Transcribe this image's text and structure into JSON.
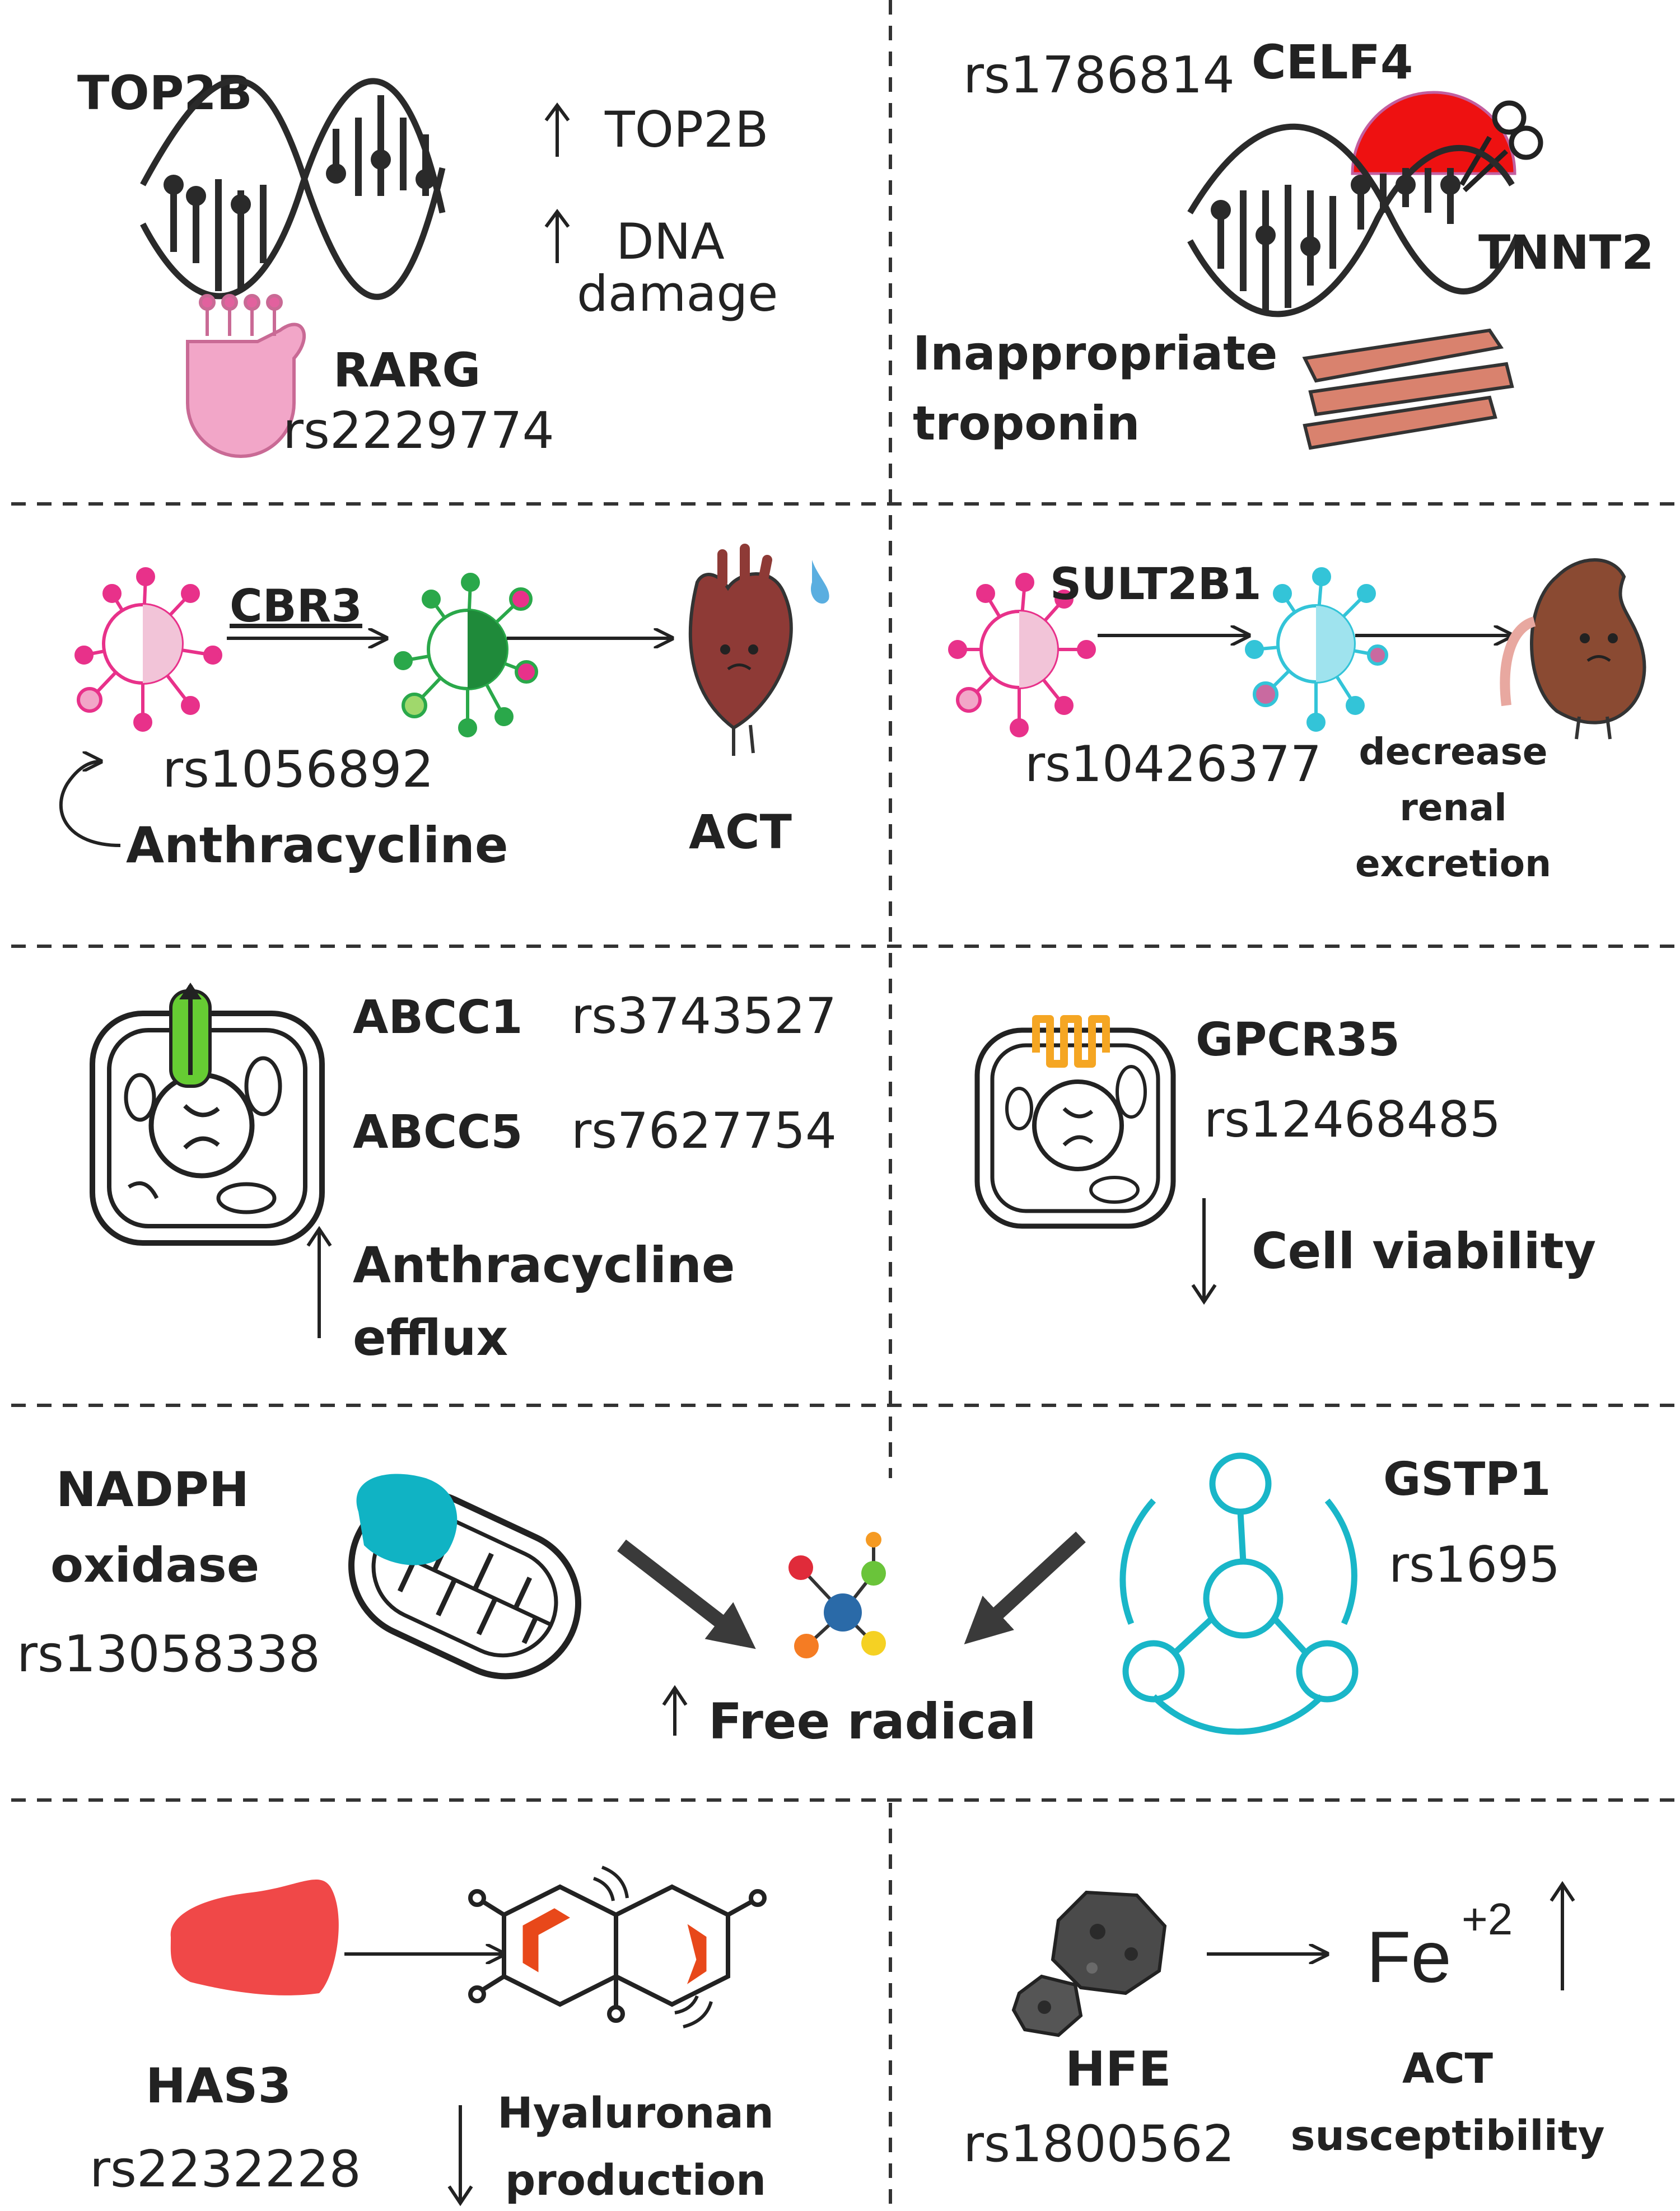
{
  "panels": {
    "top2b": {
      "gene": "TOP2B",
      "partner": "RARG",
      "snp": "rs2229774",
      "effect1": "TOP2B",
      "effect2_line1": "DNA",
      "effect2_line2": "damage"
    },
    "celf4": {
      "snp": "rs1786814",
      "gene": "CELF4",
      "target": "TNNT2",
      "effect_line1": "Inappropriate",
      "effect_line2": "troponin"
    },
    "cbr3": {
      "enzyme": "CBR3",
      "snp": "rs1056892",
      "drug": "Anthracycline",
      "outcome": "ACT"
    },
    "sult2b1": {
      "enzyme": "SULT2B1",
      "snp": "rs10426377",
      "effect_line1": "decrease",
      "effect_line2": "renal",
      "effect_line3": "excretion"
    },
    "abcc": {
      "gene1": "ABCC1",
      "snp1": "rs3743527",
      "gene2": "ABCC5",
      "snp2": "rs7627754",
      "effect_line1": "Anthracycline",
      "effect_line2": "efflux"
    },
    "gpcr35": {
      "gene": "GPCR35",
      "snp": "rs12468485",
      "effect": "Cell viability"
    },
    "free_radical": {
      "gene1_line1": "NADPH",
      "gene1_line2": "oxidase",
      "snp1": "rs13058338",
      "gene2": "GSTP1",
      "snp2": "rs1695",
      "effect": "Free radical"
    },
    "has3": {
      "gene": "HAS3",
      "snp": "rs2232228",
      "effect_line1": "Hyaluronan",
      "effect_line2": "production"
    },
    "hfe": {
      "gene": "HFE",
      "snp": "rs1800562",
      "ion": "Fe",
      "charge": "+2",
      "effect_line1": "ACT",
      "effect_line2": "susceptibility"
    }
  },
  "colors": {
    "ink": "#222222",
    "dashed_divider": "#333333",
    "rarg_pink": "#f2a6c8",
    "celf4_red": "#ee1111",
    "muscle": "#d9826e",
    "heart": "#8e3a36",
    "kidney": "#8a4a32",
    "drug_pink": "#e8318a",
    "metabolite_green": "#1f8a3a",
    "metabolite_cyan": "#33c4d8",
    "abcc_green": "#66cc33",
    "gpcr_orange": "#f5a623",
    "nadph_teal": "#10b3c4",
    "gstp1_teal": "#19b6c8",
    "has3_red": "#f04848",
    "iron_gray": "#4a4a4a"
  }
}
